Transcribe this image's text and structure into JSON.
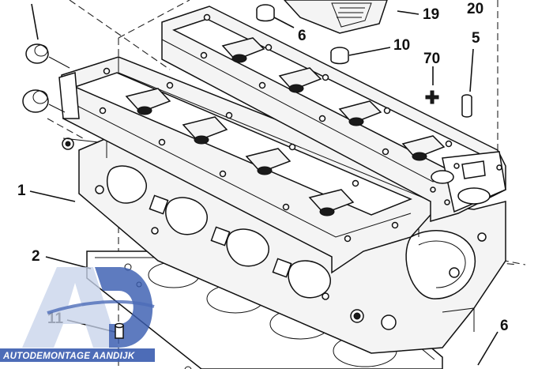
{
  "callouts": {
    "c19": "19",
    "c20": "20",
    "c6_top": "6",
    "c10": "10",
    "c5": "5",
    "c70": "70",
    "c2": "2",
    "c1": "1",
    "c11": "11",
    "c6_bottom": "6"
  },
  "watermark": {
    "text": "AUTODEMONTAGE AANDIJK",
    "logo_letters": "AD",
    "color_primary": "#3a5db0",
    "color_light": "#c7d2ea"
  },
  "colors": {
    "line": "#111111",
    "background": "#ffffff"
  }
}
